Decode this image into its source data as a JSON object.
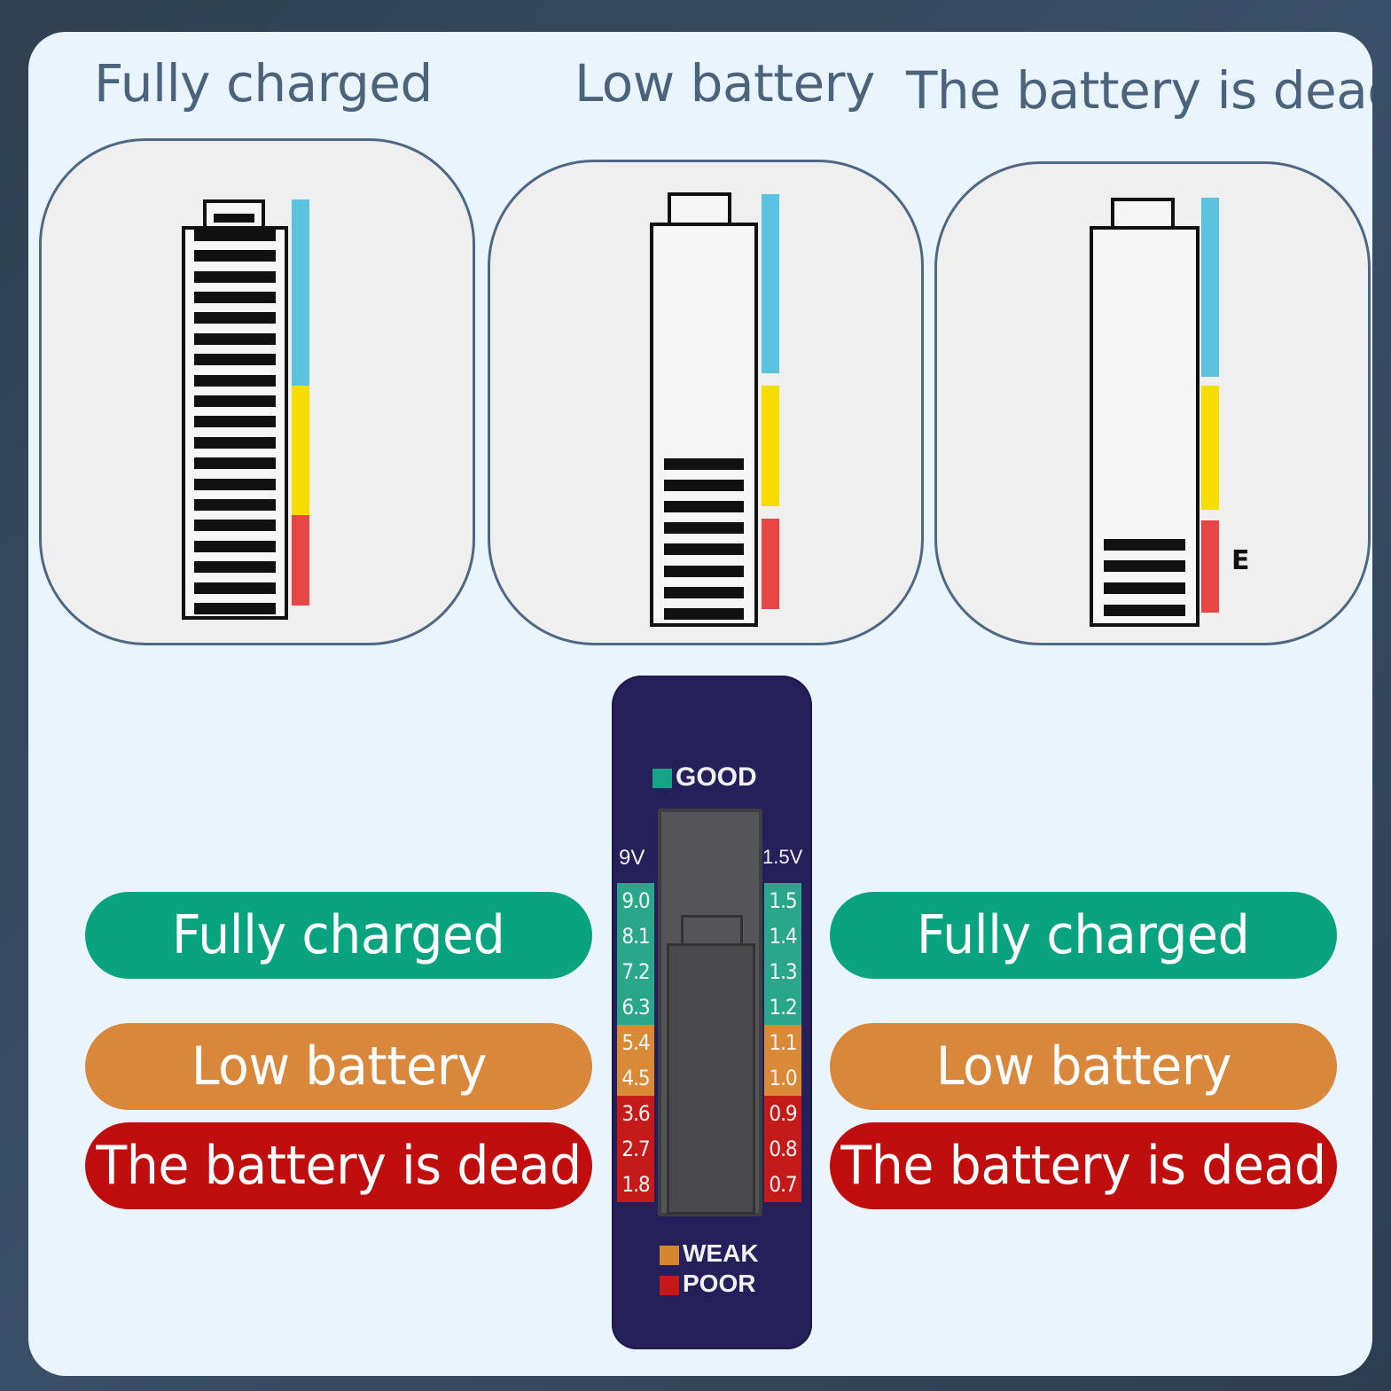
{
  "top_titles": {
    "full": "Fully charged",
    "low": "Low battery",
    "dead": "The battery is dead"
  },
  "panels": [
    {
      "state": "Fully charged",
      "level_fraction": 1.0,
      "bars": 19,
      "extra_text": ""
    },
    {
      "state": "Low battery",
      "level_fraction": 0.4,
      "bars": 8,
      "extra_text": ""
    },
    {
      "state": "The battery is dead",
      "level_fraction": 0.2,
      "bars": 4,
      "extra_text": "E"
    }
  ],
  "colors": {
    "good": "#5bc3df",
    "weak": "#f7dc00",
    "poor": "#e84545",
    "pill_green": "#0aa37f",
    "pill_orange": "#d9873a",
    "pill_red": "#c00e0e",
    "device": "#25205a"
  },
  "labels_left": {
    "full": "Fully charged",
    "low": "Low battery",
    "dead": "The battery is dead"
  },
  "labels_right": {
    "full": "Fully charged",
    "low": "Low battery",
    "dead": "The battery is dead"
  },
  "device": {
    "good_label": "GOOD",
    "weak_label": "WEAK",
    "poor_label": "POOR",
    "left_header": "9V",
    "right_header": "1.5V",
    "left_scale": [
      "9.0",
      "8.1",
      "7.2",
      "6.3",
      "5.4",
      "4.5",
      "3.6",
      "2.7",
      "1.8"
    ],
    "right_scale": [
      "1.5",
      "1.4",
      "1.3",
      "1.2",
      "1.1",
      "1.0",
      "0.9",
      "0.8",
      "0.7"
    ],
    "scale_levels": [
      "good",
      "good",
      "good",
      "good",
      "weak",
      "weak",
      "poor",
      "poor",
      "poor"
    ]
  }
}
